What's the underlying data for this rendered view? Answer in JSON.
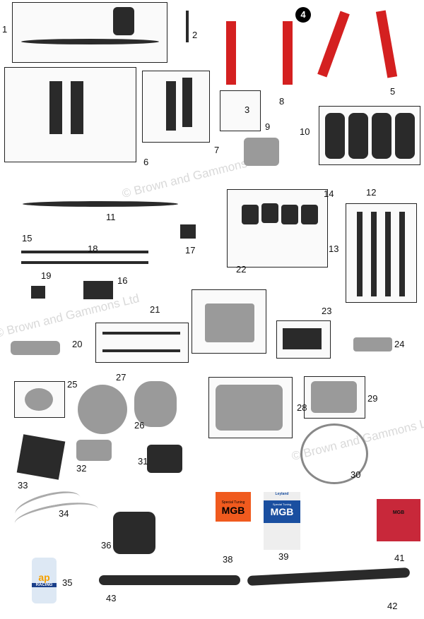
{
  "watermark": "© Brown and Gammons Ltd",
  "labels": [
    "1",
    "2",
    "3",
    "4",
    "5",
    "6",
    "7",
    "8",
    "9",
    "10",
    "11",
    "12",
    "13",
    "14",
    "15",
    "16",
    "17",
    "18",
    "19",
    "20",
    "21",
    "22",
    "23",
    "24",
    "25",
    "26",
    "27",
    "28",
    "29",
    "30",
    "31",
    "32",
    "33",
    "34",
    "35",
    "36",
    "38",
    "39",
    "41",
    "42",
    "43"
  ],
  "books": {
    "b38": {
      "subtitle": "Special Tuning",
      "title": "MGB"
    },
    "b39": {
      "brand": "Leyland",
      "subtitle": "Special Tuning",
      "title": "MGB"
    },
    "b41": {
      "title": "MGB"
    }
  },
  "fluid": {
    "brand": "ap",
    "sub": "RACING"
  },
  "colors": {
    "red": "#d42020",
    "book_orange": "#f05a1e",
    "book_blue": "#1a4fa0",
    "book_red": "#c8283a"
  }
}
